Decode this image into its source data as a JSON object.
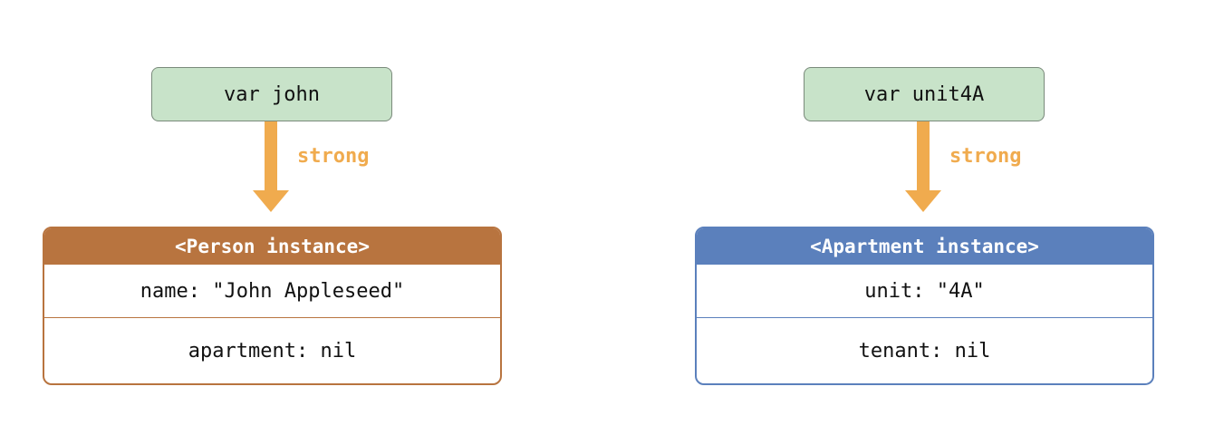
{
  "left": {
    "variable": "var john",
    "reference_label": "strong",
    "instance": {
      "title": "<Person instance>",
      "rows": [
        "name: \"John Appleseed\"",
        "apartment: nil"
      ]
    }
  },
  "right": {
    "variable": "var unit4A",
    "reference_label": "strong",
    "instance": {
      "title": "<Apartment instance>",
      "rows": [
        "unit: \"4A\"",
        "tenant: nil"
      ]
    }
  },
  "colors": {
    "variable_fill": "#c8e3c9",
    "arrow": "#f0ab4e",
    "person": "#b8743f",
    "apartment": "#5b80bc"
  }
}
